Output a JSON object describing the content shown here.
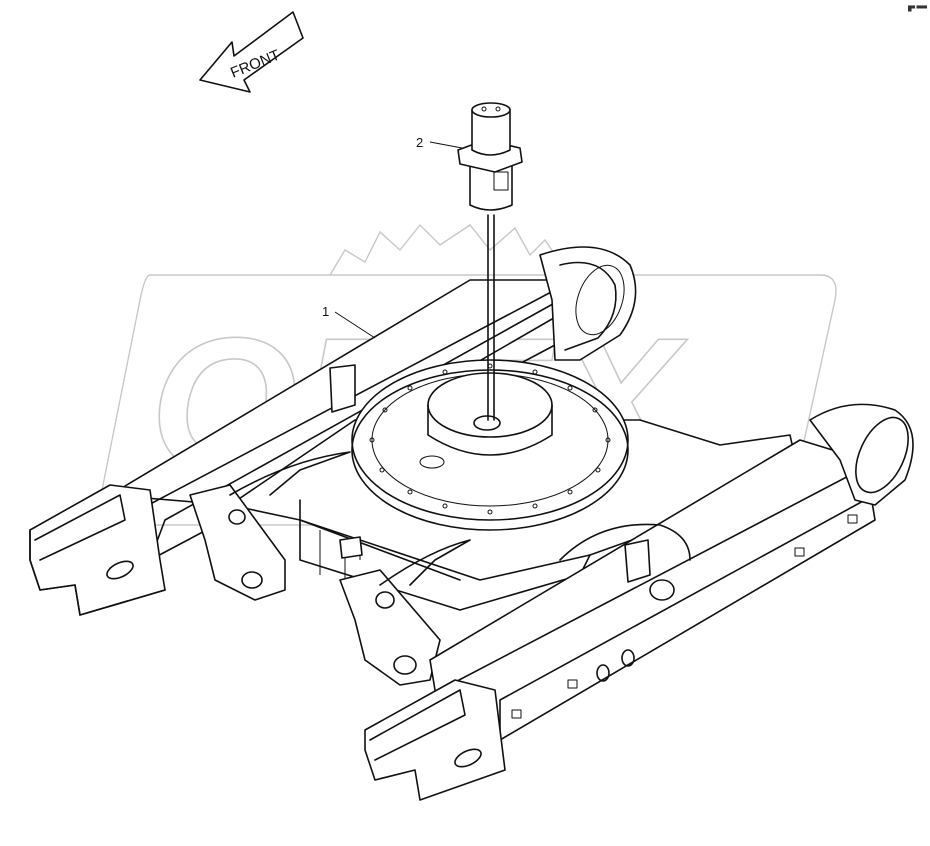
{
  "direction_arrow": {
    "label": "FRONT"
  },
  "callouts": [
    {
      "number": "1",
      "part": "lower frame"
    },
    {
      "number": "2",
      "part": "center joint"
    }
  ],
  "watermark": {
    "text": "OPEX"
  },
  "corner_mark": {
    "text": "█▀ ▀▀▀"
  }
}
